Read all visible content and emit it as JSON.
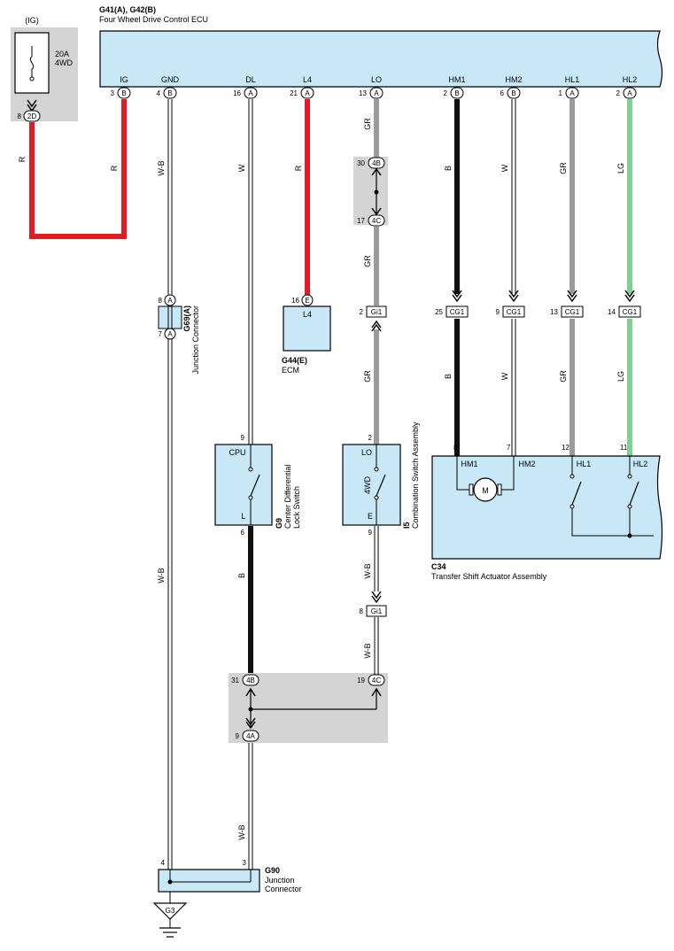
{
  "fuse": {
    "source": "(IG)",
    "rating": "20A",
    "name": "4WD",
    "pin": "8",
    "conn": "2D"
  },
  "ecu": {
    "ref": "G41(A), G42(B)",
    "name": "Four Wheel Drive Control ECU",
    "pins": [
      {
        "label": "IG",
        "num": "3",
        "conn": "B"
      },
      {
        "label": "GND",
        "num": "4",
        "conn": "B"
      },
      {
        "label": "DL",
        "num": "16",
        "conn": "A"
      },
      {
        "label": "L4",
        "num": "21",
        "conn": "A"
      },
      {
        "label": "LO",
        "num": "13",
        "conn": "A"
      },
      {
        "label": "HM1",
        "num": "2",
        "conn": "B"
      },
      {
        "label": "HM2",
        "num": "6",
        "conn": "B"
      },
      {
        "label": "HL1",
        "num": "1",
        "conn": "A"
      },
      {
        "label": "HL2",
        "num": "2",
        "conn": "A"
      }
    ]
  },
  "wires": {
    "fuse_out": "R",
    "ig": "R",
    "gnd": "W-B",
    "dl": "W",
    "l4": "R",
    "lo_top": "GR",
    "lo_mid": "GR",
    "lo_low": "GR",
    "hm1": "B",
    "hm2": "W",
    "hl1": "GR",
    "hl2": "LG",
    "hm1_low": "B",
    "hm2_low": "W",
    "hl1_low": "GR",
    "hl2_low": "LG",
    "gnd_low": "W-B",
    "cdl_out": "B",
    "cs_out": "W-B",
    "cs_out2": "W-B",
    "jb_out": "W-B"
  },
  "jb_lo": {
    "p1": "30",
    "c1": "4B",
    "p2": "17",
    "c2": "4C"
  },
  "j_g69": {
    "ref": "G69(A)",
    "name": "Junction Connector",
    "p1": "8",
    "c1": "A",
    "p2": "7",
    "c2": "A"
  },
  "ecm": {
    "ref": "G44(E)",
    "name": "ECM",
    "pin": "16",
    "conn": "E",
    "label": "L4"
  },
  "gi_lo": {
    "pin": "2",
    "conn": "Gi1"
  },
  "cg1": [
    {
      "pin": "25",
      "conn": "CG1"
    },
    {
      "pin": "9",
      "conn": "CG1"
    },
    {
      "pin": "13",
      "conn": "CG1"
    },
    {
      "pin": "14",
      "conn": "CG1"
    }
  ],
  "cdl_switch": {
    "ref": "G9",
    "name1": "Center Differential",
    "name2": "Lock Switch",
    "pin_top": "9",
    "top": "CPU",
    "bottom": "L",
    "pin_bot": "6"
  },
  "comb_switch": {
    "ref": "I5",
    "name": "Combination Switch Assembly",
    "pin_top": "2",
    "top": "LO",
    "mid": "4WD",
    "bottom": "E",
    "pin_bot": "9"
  },
  "actuator": {
    "ref": "C34",
    "name": "Transfer Shift Actuator Assembly",
    "pins": [
      {
        "num": "8",
        "label": "HM1"
      },
      {
        "num": "7",
        "label": "HM2"
      },
      {
        "num": "12",
        "label": "HL1"
      },
      {
        "num": "11",
        "label": "HL2"
      }
    ],
    "motor": "M"
  },
  "gi_low": {
    "pin": "8",
    "conn": "Gi1"
  },
  "jb_low": {
    "p1": "31",
    "c1": "4B",
    "p2": "19",
    "c2": "4C",
    "p3": "9",
    "c3": "4A"
  },
  "g90": {
    "ref": "G90",
    "name1": "Junction",
    "name2": "Connector",
    "p1": "4",
    "p2": "3"
  },
  "ground": {
    "ref": "G3"
  }
}
